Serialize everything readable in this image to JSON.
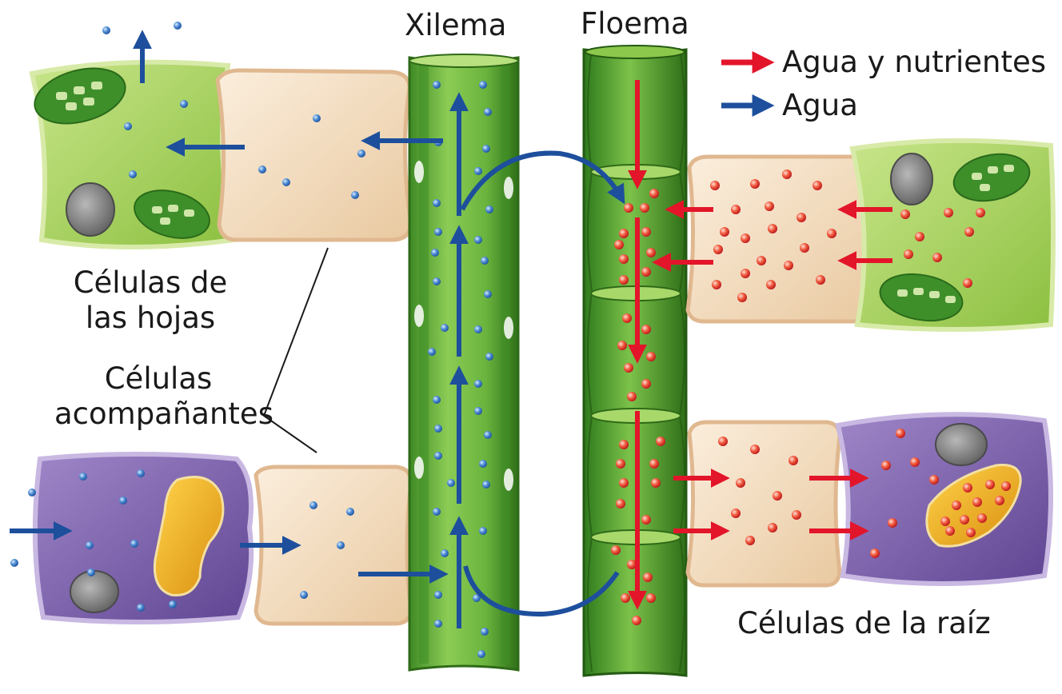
{
  "labels": {
    "xilema": "Xilema",
    "floema": "Floema",
    "hojas_line1": "Células de",
    "hojas_line2": "las hojas",
    "acomp_line1": "Células",
    "acomp_line2": "acompañantes",
    "raiz": "Células de la raíz"
  },
  "legend": {
    "items": [
      {
        "label": "Agua y nutrientes",
        "color": "#e3152a"
      },
      {
        "label": "Agua",
        "color": "#1d4f9c"
      }
    ]
  },
  "colors": {
    "water": "#1d4f9c",
    "nutrients": "#e3152a",
    "leaf_cell": "#a6d055",
    "companion_cell": "#f4d9b9",
    "root_cell": "#7a5fa8",
    "vessel": "#5fa83a"
  }
}
